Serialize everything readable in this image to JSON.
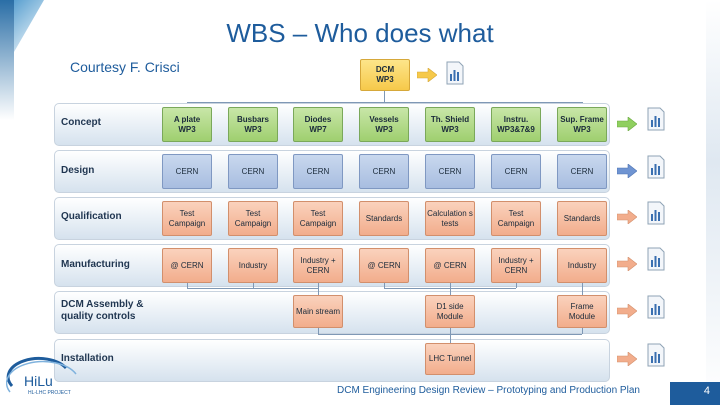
{
  "title": "WBS – Who does what",
  "courtesy": "Courtesy F. Crisci",
  "top_box": {
    "line1": "DCM",
    "line2": "WP3"
  },
  "columns": [
    {
      "line1": "A plate",
      "line2": "WP3"
    },
    {
      "line1": "Busbars",
      "line2": "WP3"
    },
    {
      "line1": "Diodes",
      "line2": "WP7"
    },
    {
      "line1": "Vessels",
      "line2": "WP3"
    },
    {
      "line1": "Th. Shield",
      "line2": "WP3"
    },
    {
      "line1": "Instru.",
      "line2": "WP3&7&9"
    },
    {
      "line1": "Sup. Frame",
      "line2": "WP3"
    }
  ],
  "rows": {
    "concept": "Concept",
    "design": "Design",
    "qualification": "Qualification",
    "manufacturing": "Manufacturing",
    "assembly": "DCM Assembly & quality controls",
    "installation": "Installation"
  },
  "design_cells": [
    "CERN",
    "CERN",
    "CERN",
    "CERN",
    "CERN",
    "CERN",
    "CERN"
  ],
  "qualification_cells": [
    "Test Campaign",
    "Test Campaign",
    "Test Campaign",
    "Standards",
    "Calculation s tests",
    "Test Campaign",
    "Standards"
  ],
  "manufacturing_cells": [
    "@ CERN",
    "Industry",
    "Industry + CERN",
    "@ CERN",
    "@ CERN",
    "Industry + CERN",
    "Industry"
  ],
  "assembly_cells": {
    "main_stream": "Main stream",
    "d1_side": "D1 side Module",
    "frame": "Frame Module"
  },
  "installation_cell": "LHC Tunnel",
  "logo_text": {
    "hilumi": "HiLu",
    "project": "HL-LHC PROJECT"
  },
  "footer": "DCM Engineering Design Review – Prototyping and Production Plan",
  "page_number": "4",
  "colors": {
    "title": "#1e5c9c",
    "green": "#9fcf6f",
    "blue": "#a8bde0",
    "salmon": "#f2ad8c",
    "yellow": "#f6c94a"
  },
  "icons": [
    "arrow-icon",
    "document-icon"
  ]
}
